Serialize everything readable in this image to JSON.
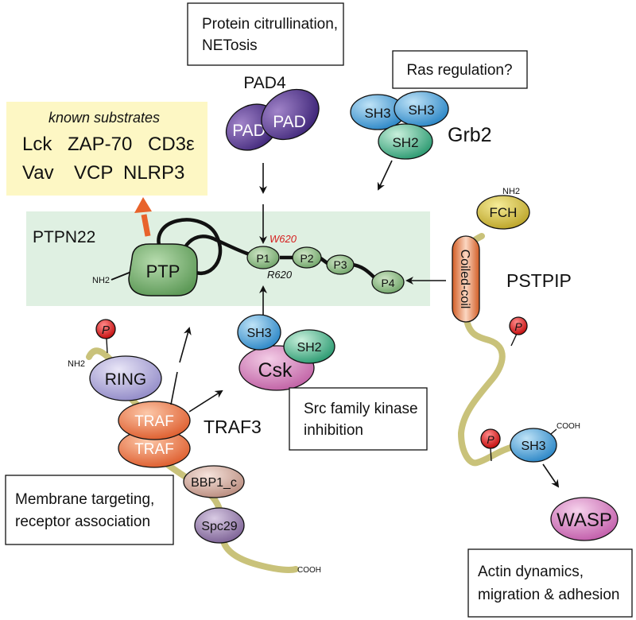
{
  "boxes": {
    "pad4_function": [
      "Protein citrullination,",
      "NETosis"
    ],
    "grb2_function": "Ras regulation?",
    "csk_function": [
      "Src family kinase",
      "inhibition"
    ],
    "traf3_function": [
      "Membrane targeting,",
      "receptor association"
    ],
    "pstpip_function": [
      "Actin dynamics,",
      "migration & adhesion"
    ]
  },
  "substrates": {
    "heading": "known substrates",
    "row1": [
      "Lck",
      "ZAP-70",
      "CD3ε"
    ],
    "row2": [
      "Vav",
      "VCP",
      "NLRP3"
    ]
  },
  "ptpn22": {
    "name": "PTPN22",
    "nterm": "NH2",
    "domain": "PTP",
    "motifs": [
      "P1",
      "P2",
      "P3",
      "P4"
    ],
    "variant_w": "W620",
    "variant_r": "R620"
  },
  "pad4": {
    "name": "PAD4",
    "domains": [
      "PAD",
      "PAD"
    ]
  },
  "grb2": {
    "name": "Grb2",
    "domains": [
      "SH3",
      "SH3",
      "SH2"
    ]
  },
  "csk": {
    "name": "Csk",
    "domains": [
      "SH3",
      "SH2"
    ]
  },
  "traf3": {
    "name": "TRAF3",
    "nterm": "NH2",
    "cterm": "COOH",
    "phospho": "P",
    "domains": [
      "RING",
      "TRAF",
      "TRAF",
      "BBP1_c",
      "Spc29"
    ]
  },
  "pstpip": {
    "name": "PSTPIP",
    "nterm": "NH2",
    "cterm": "COOH",
    "phospho": [
      "P",
      "P"
    ],
    "domains": [
      "FCH",
      "Coiled-coil",
      "SH3"
    ]
  },
  "wasp": {
    "name": "WASP"
  },
  "colors": {
    "region": "#dff0e2",
    "substrate_box": "#fdf7c4",
    "backbone_tan": "#c9c27a",
    "arrow_red": "#e8632b",
    "variant_red": "#d61f1f"
  }
}
